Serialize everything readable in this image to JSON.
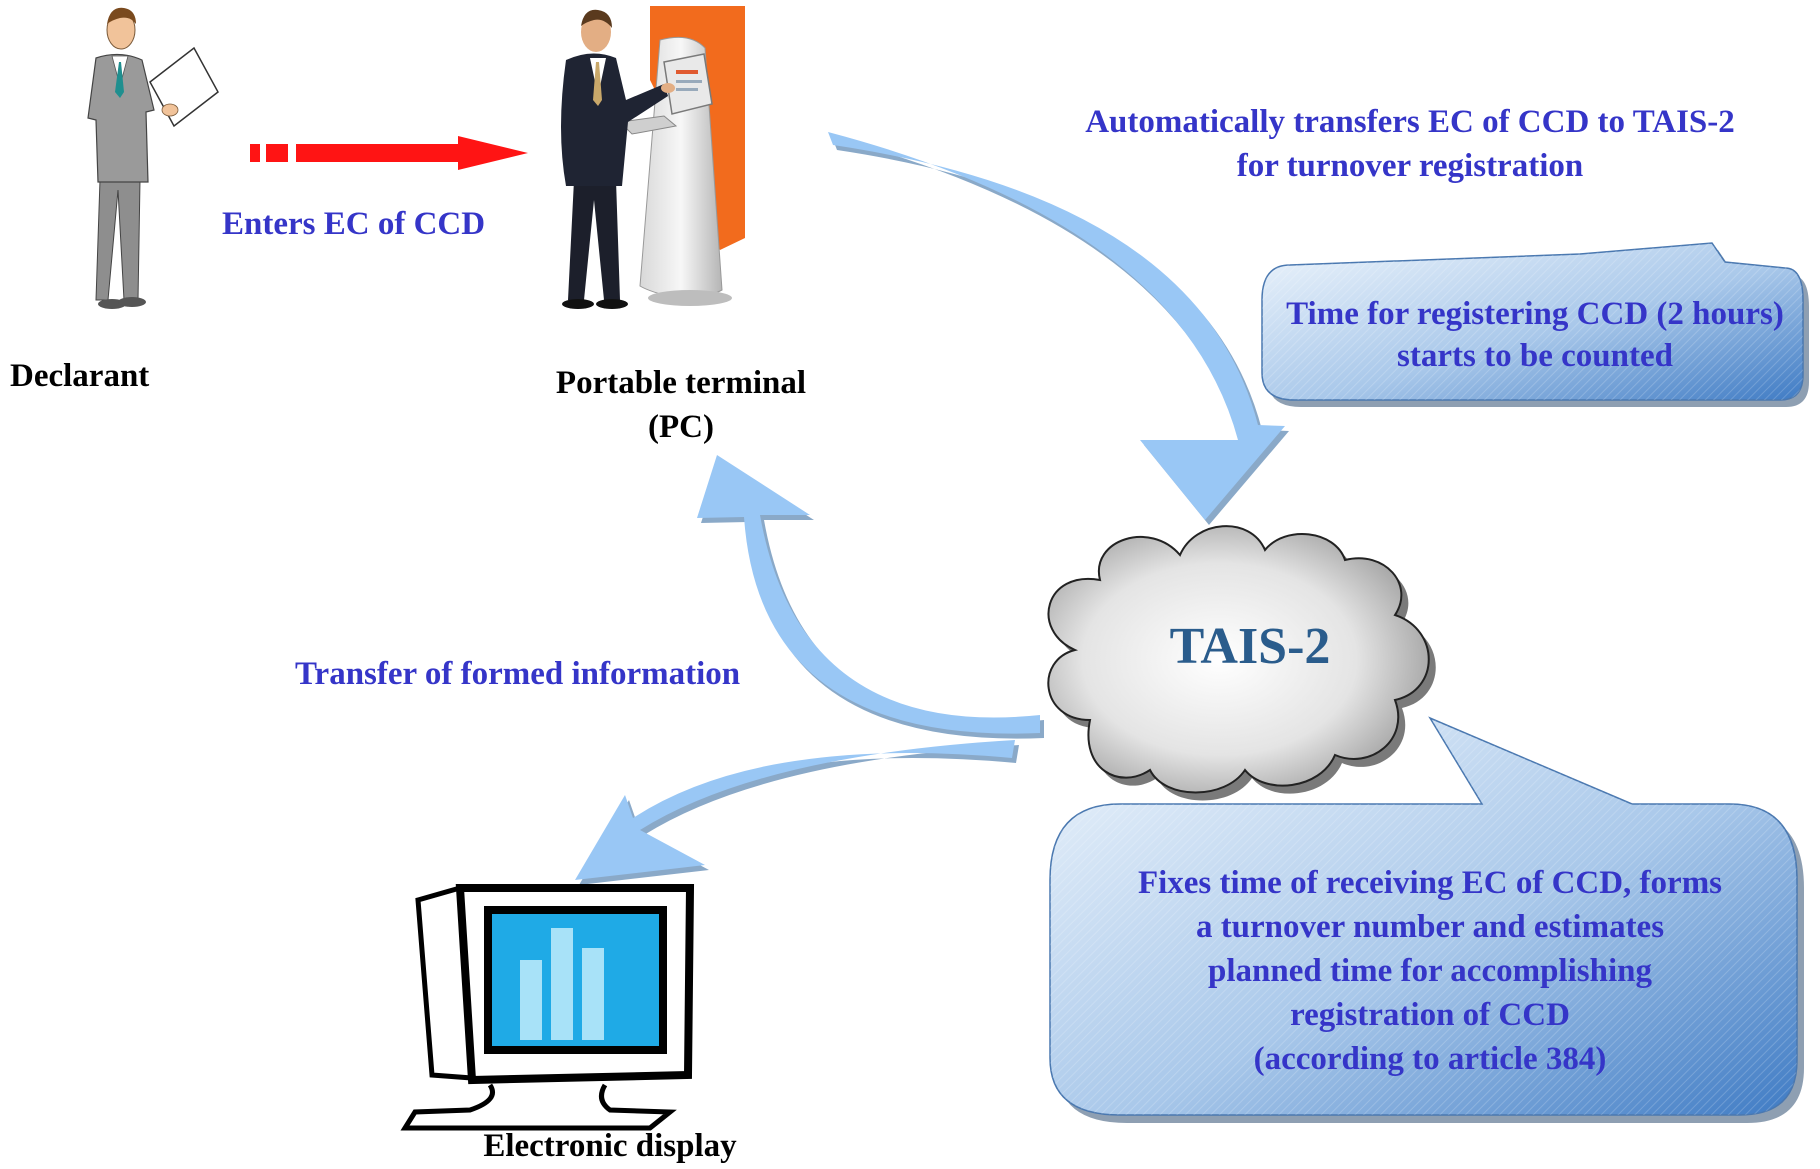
{
  "actors": {
    "declarant": "Declarant",
    "terminal_line1": "Portable terminal",
    "terminal_line2": "(PC)",
    "display": "Electronic display",
    "system": "TAIS-2"
  },
  "flows": {
    "enter": "Enters EC of CCD",
    "auto_transfer_line1": "Automatically transfers EC of CCD to TAIS-2",
    "auto_transfer_line2": "for turnover registration",
    "transfer_info": "Transfer of formed information"
  },
  "callouts": {
    "timer_line1": "Time for registering CCD (2 hours)",
    "timer_line2": "starts to be counted",
    "fixes_line1": "Fixes time of receiving EC of CCD, forms",
    "fixes_line2": "a turnover number and estimates",
    "fixes_line3": "planned time for accomplishing",
    "fixes_line4": "registration of CCD",
    "fixes_line5": "(according to article 384)"
  },
  "colors": {
    "label_blue": "#3535c8",
    "arrow_light_blue": "#99c7f5",
    "input_arrow_red": "#ff1414",
    "callout_blue_dark": "#3f7bc4",
    "callout_blue_light": "#e4effa",
    "system_text": "#2a5c8c"
  },
  "icons": {
    "declarant": "businessman-icon",
    "terminal": "kiosk-terminal-icon",
    "display": "monitor-chart-icon",
    "system": "cloud-icon"
  }
}
